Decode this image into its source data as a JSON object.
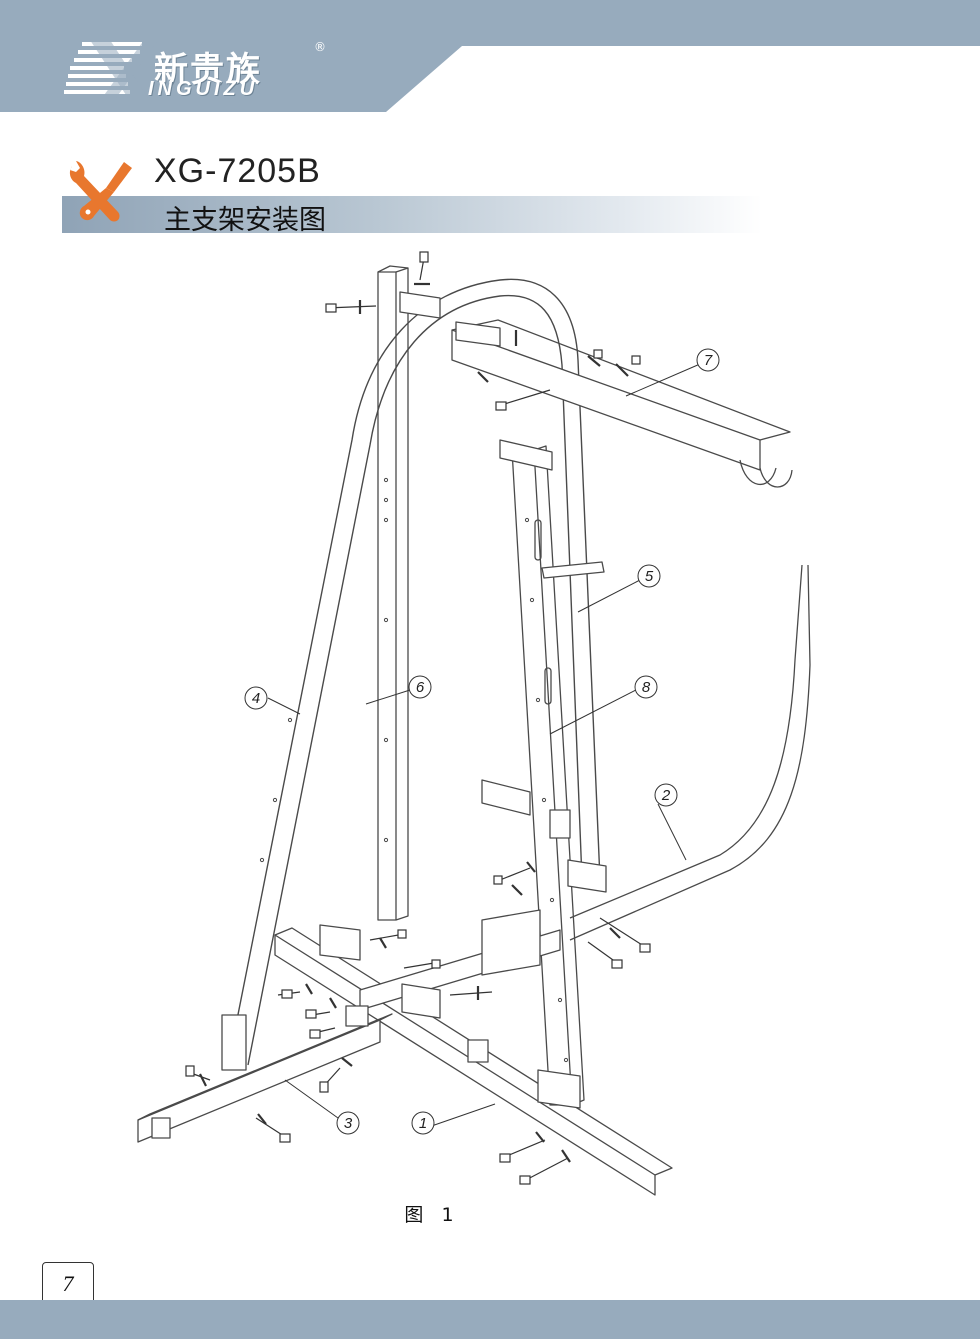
{
  "brand": {
    "name_cn": "新贵族",
    "name_en": "INGUIZU",
    "registered_mark": "®",
    "header_color": "#97abbd"
  },
  "title": {
    "model_code": "XG-7205B",
    "section": "主支架安装图",
    "accent_color": "#e8772e"
  },
  "diagram": {
    "part_labels": [
      "1",
      "2",
      "3",
      "4",
      "5",
      "6",
      "7",
      "8"
    ],
    "caption": "图 1"
  },
  "page": {
    "number": "7"
  }
}
